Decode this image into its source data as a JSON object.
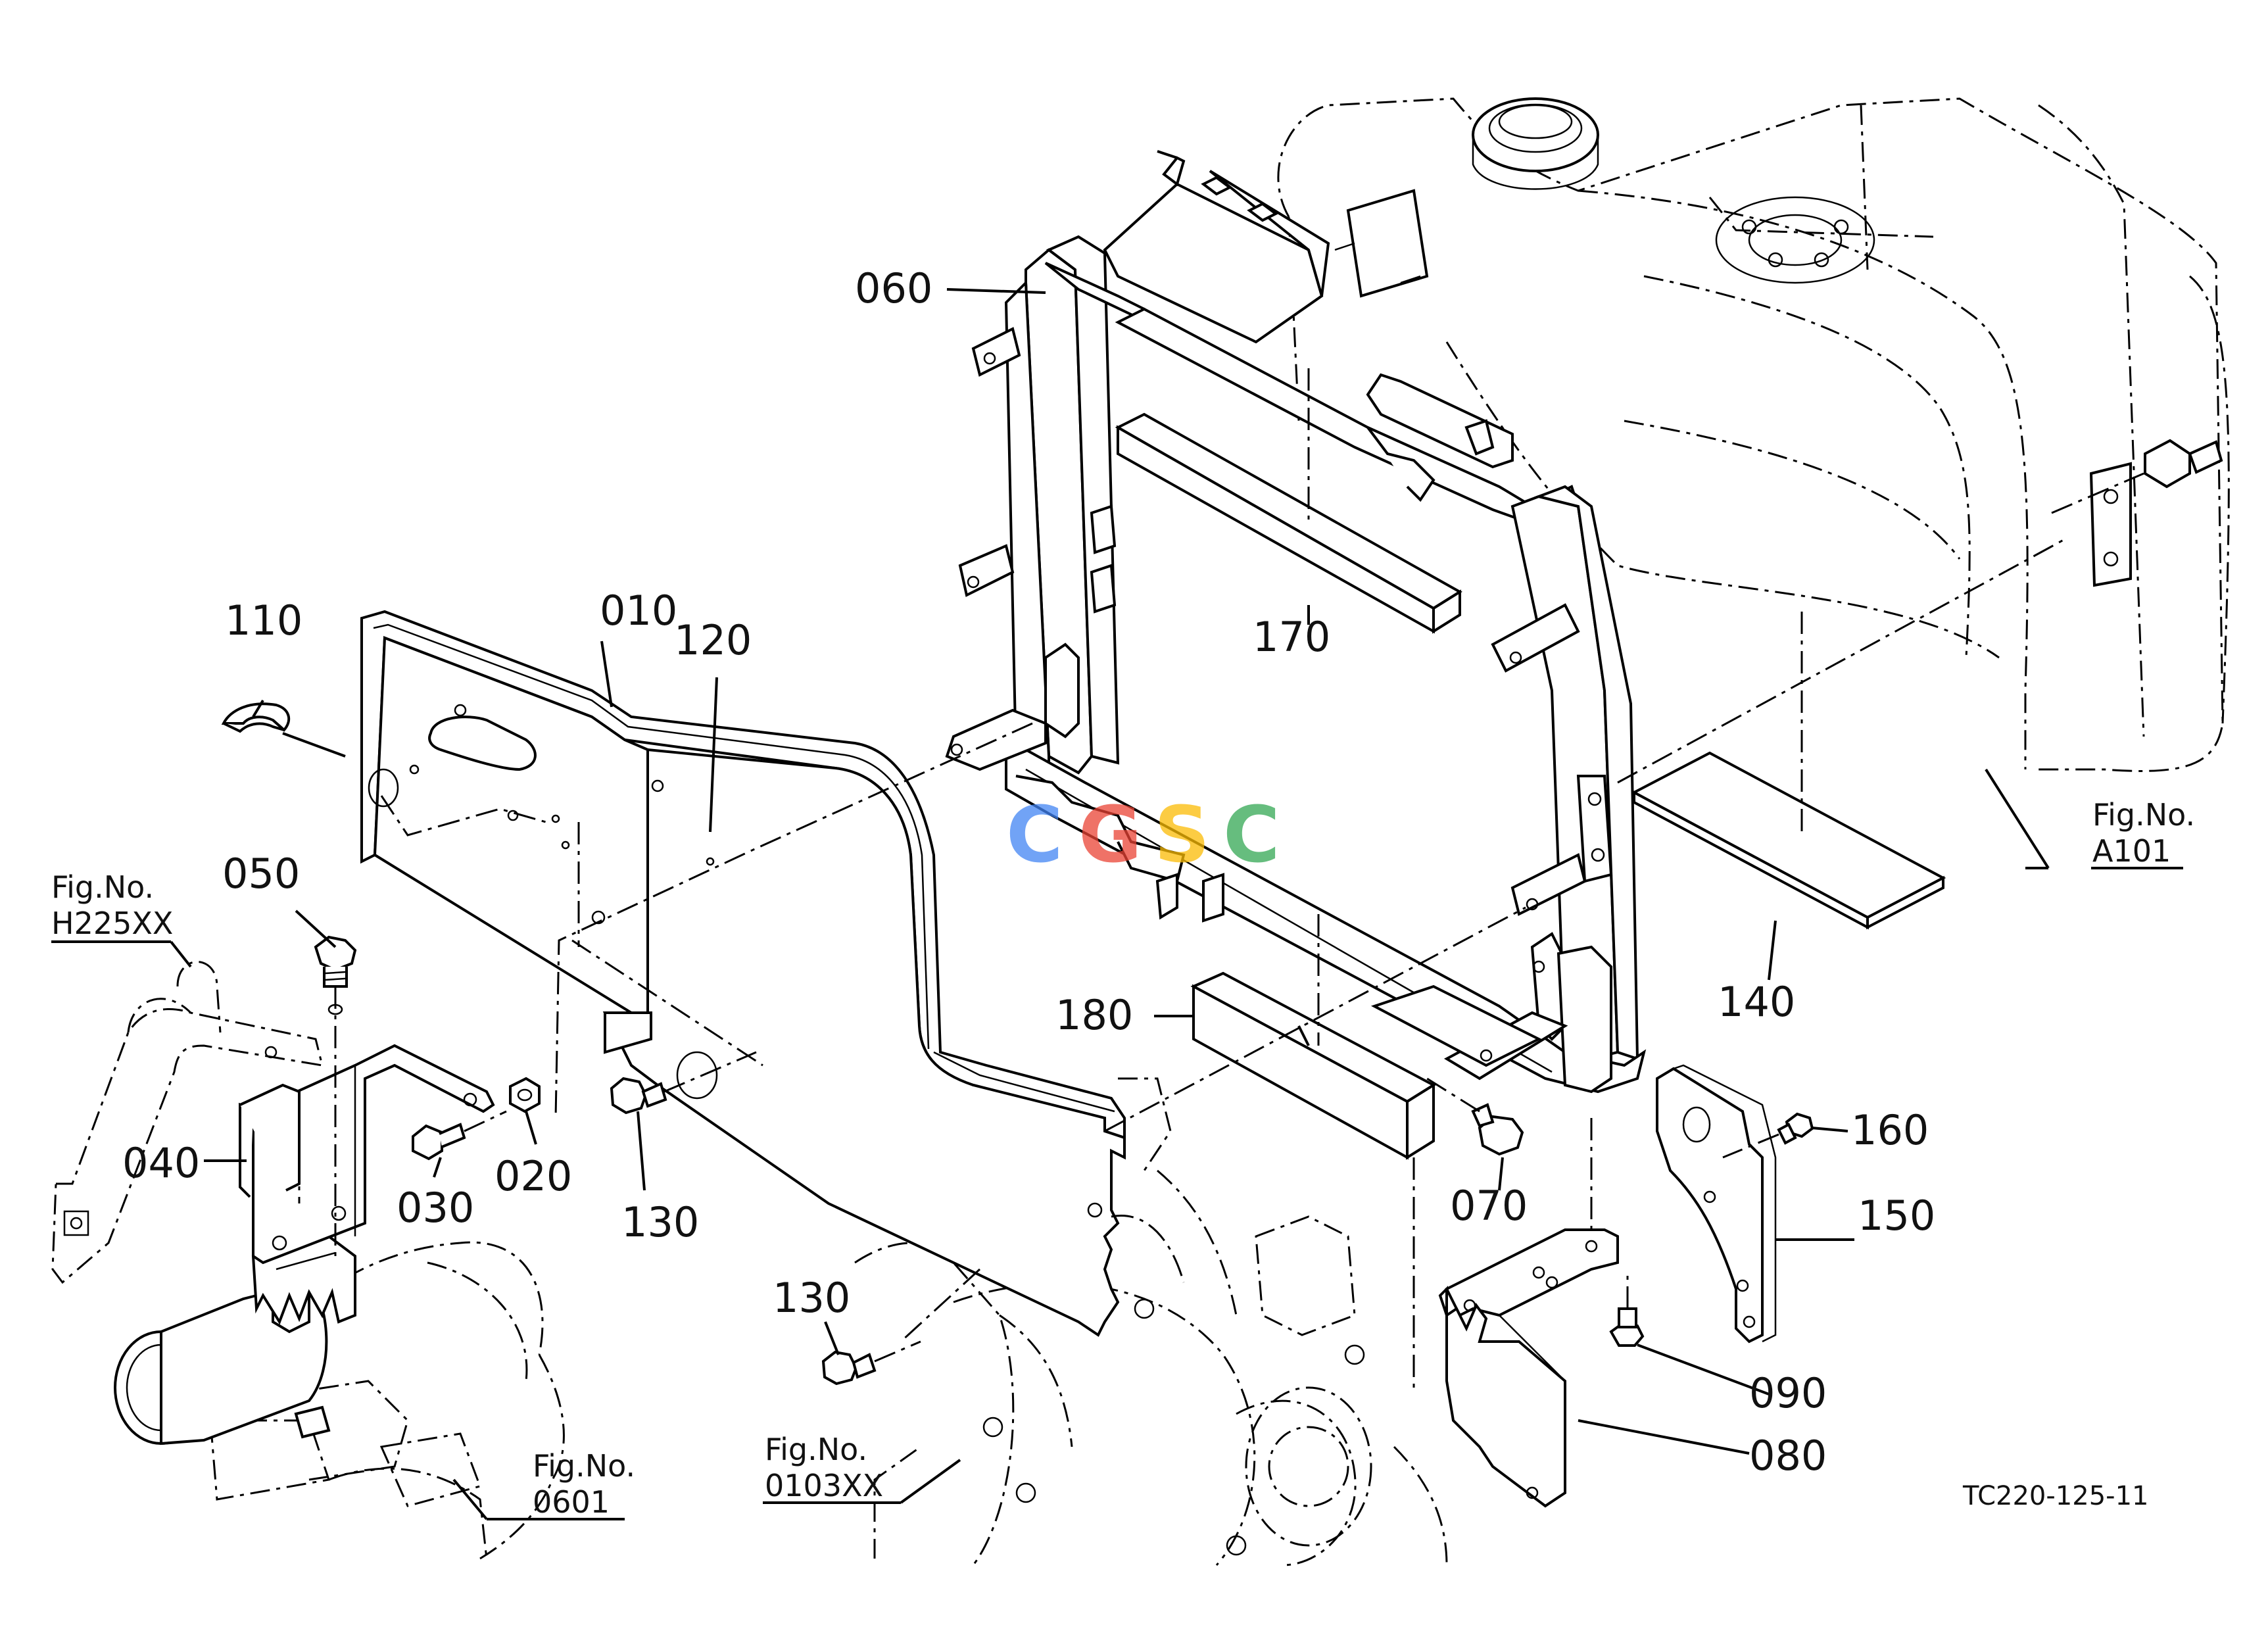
{
  "diagram": {
    "callouts": [
      {
        "id": "010",
        "label": "010"
      },
      {
        "id": "020",
        "label": "020"
      },
      {
        "id": "030",
        "label": "030"
      },
      {
        "id": "040",
        "label": "040"
      },
      {
        "id": "050",
        "label": "050"
      },
      {
        "id": "060",
        "label": "060"
      },
      {
        "id": "070",
        "label": "070"
      },
      {
        "id": "080",
        "label": "080"
      },
      {
        "id": "090",
        "label": "090"
      },
      {
        "id": "110",
        "label": "110"
      },
      {
        "id": "120",
        "label": "120"
      },
      {
        "id": "130a",
        "label": "130"
      },
      {
        "id": "130b",
        "label": "130"
      },
      {
        "id": "140",
        "label": "140"
      },
      {
        "id": "150",
        "label": "150"
      },
      {
        "id": "160",
        "label": "160"
      },
      {
        "id": "170",
        "label": "170"
      },
      {
        "id": "180",
        "label": "180"
      }
    ],
    "figure_refs": [
      {
        "id": "h225",
        "title": "Fig.No.",
        "code": "H225XX"
      },
      {
        "id": "a101",
        "title": "Fig.No.",
        "code": "A101"
      },
      {
        "id": "f0601",
        "title": "Fig.No.",
        "code": "0601"
      },
      {
        "id": "f0103",
        "title": "Fig.No.",
        "code": "0103XX"
      }
    ],
    "drawing_code": "TC220-125-11",
    "watermark": {
      "text": "CGSC",
      "colors": [
        "#4285F4",
        "#EA4335",
        "#FBBC05",
        "#34A853"
      ]
    }
  }
}
